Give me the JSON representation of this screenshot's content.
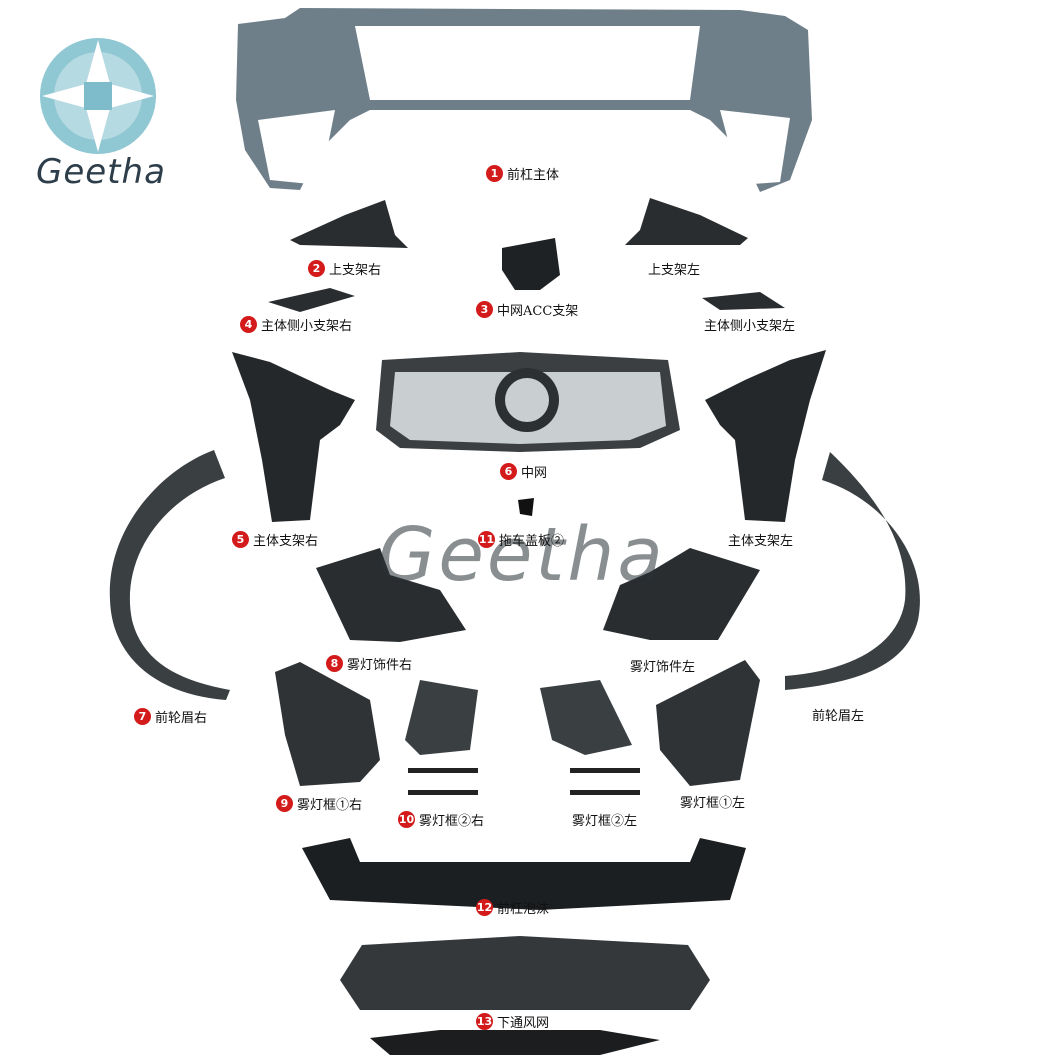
{
  "brand": {
    "logo_text": "Geetha",
    "watermark_text": "Geetha",
    "logo_color": "#8fc7d3"
  },
  "parts": [
    {
      "id": "p1",
      "number": "1",
      "name": "前杠主体"
    },
    {
      "id": "p2",
      "number": "2",
      "name": "上支架右"
    },
    {
      "id": "p2b",
      "number": "",
      "name": "上支架左"
    },
    {
      "id": "p3",
      "number": "3",
      "name": "中网ACC支架"
    },
    {
      "id": "p4",
      "number": "4",
      "name": "主体侧小支架右"
    },
    {
      "id": "p4b",
      "number": "",
      "name": "主体侧小支架左"
    },
    {
      "id": "p5",
      "number": "5",
      "name": "主体支架右"
    },
    {
      "id": "p5b",
      "number": "",
      "name": "主体支架左"
    },
    {
      "id": "p6",
      "number": "6",
      "name": "中网"
    },
    {
      "id": "p7",
      "number": "7",
      "name": "前轮眉右"
    },
    {
      "id": "p7b",
      "number": "",
      "name": "前轮眉左"
    },
    {
      "id": "p8",
      "number": "8",
      "name": "雾灯饰件右"
    },
    {
      "id": "p8b",
      "number": "",
      "name": "雾灯饰件左"
    },
    {
      "id": "p9",
      "number": "9",
      "name": "雾灯框①右"
    },
    {
      "id": "p9b",
      "number": "",
      "name": "雾灯框①左"
    },
    {
      "id": "p10",
      "number": "10",
      "name": "雾灯框②右"
    },
    {
      "id": "p10b",
      "number": "",
      "name": "雾灯框②左"
    },
    {
      "id": "p11",
      "number": "11",
      "name": "拖车盖板②"
    },
    {
      "id": "p12",
      "number": "12",
      "name": "前杠泡沫"
    },
    {
      "id": "p13",
      "number": "13",
      "name": "下通风网"
    }
  ],
  "colors": {
    "bumper": "#6f7f8a",
    "black_part": "#232628",
    "marker": "#d31b1b"
  }
}
